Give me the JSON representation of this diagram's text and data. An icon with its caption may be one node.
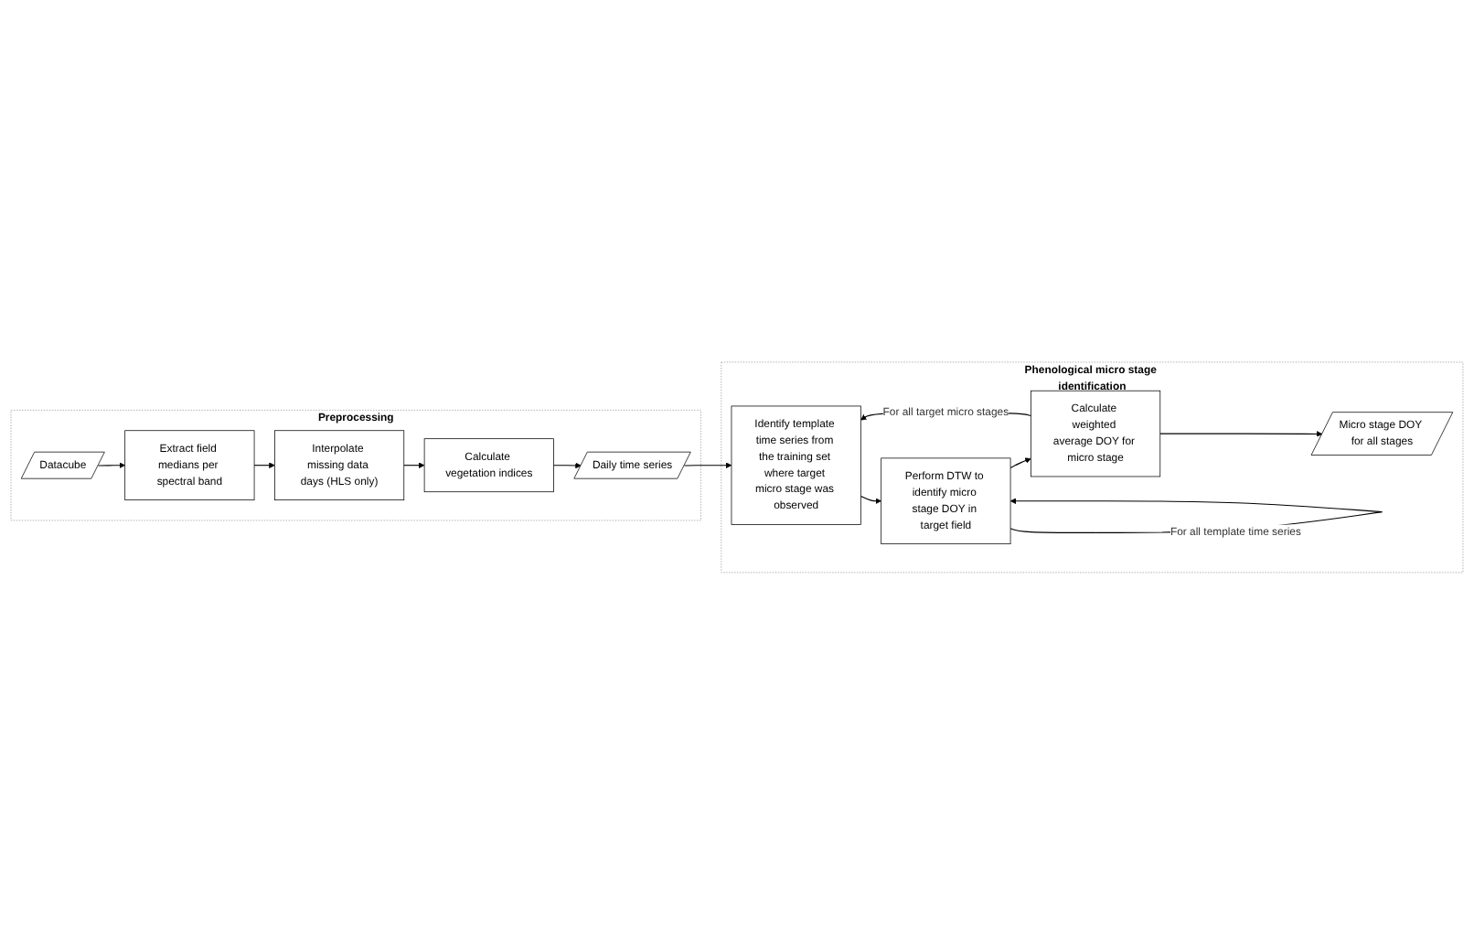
{
  "diagram": {
    "nodes": [
      {
        "text": [
          "Preprocessing"
        ]
      },
      {
        "text": [
          "Datacube"
        ],
        "in": 0
      },
      {
        "text": [
          "Extract field medians per spectral band"
        ],
        "in": 0
      },
      {
        "text": [
          "Interpolate missing data days (HLS only)"
        ],
        "in": 0
      },
      {
        "text": [
          "Calculate vegetation indices"
        ],
        "in": 0
      },
      {
        "text": [
          "Daily time series"
        ],
        "in": 0
      },
      {
        "text": [
          "Phenological micro stage identification"
        ]
      },
      {
        "text": [
          "Identify template time series from the training set where target micro stage was observed"
        ],
        "in": 6
      },
      {
        "text": [
          "Perform DTW to identify micro stage DOY in target field"
        ],
        "in": 6
      },
      {
        "text": [
          "Calculate weighted average DOY for micro stage"
        ],
        "in": 6
      },
      {
        "text": [
          "Micro stage DOY for all stages"
        ],
        "in": 6
      }
    ],
    "edges": [
      {
        "from": 1,
        "to": 2,
        "arrow": "to"
      },
      {
        "from": 2,
        "to": 3,
        "arrow": "to"
      },
      {
        "from": 3,
        "to": 4,
        "arrow": "to"
      },
      {
        "from": 4,
        "to": 5,
        "arrow": "to"
      },
      {
        "from": 5,
        "to": 7,
        "arrow": "to"
      },
      {
        "from": 7,
        "to": 8,
        "arrow": "to"
      },
      {
        "from": 8,
        "to": 9,
        "arrow": "to"
      },
      {
        "from": 8,
        "to": 8,
        "arrow": "to",
        "label": "For all template time series"
      },
      {
        "from": 9,
        "to": 10,
        "arrow": "to"
      },
      {
        "from": 9,
        "to": 7,
        "arrow": "to",
        "label": "For all target micro stages"
      }
    ]
  }
}
